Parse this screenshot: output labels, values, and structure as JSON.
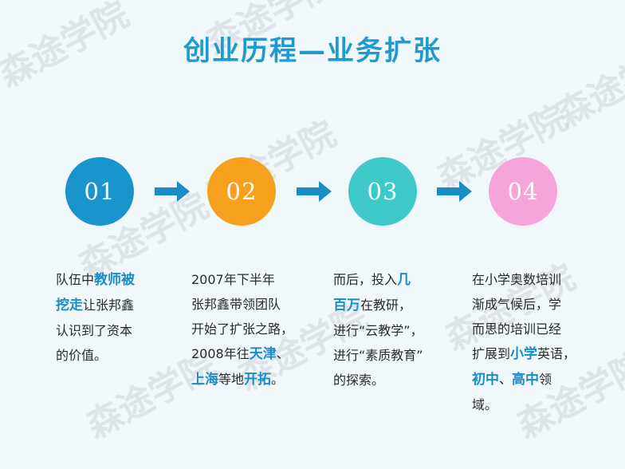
{
  "watermark_text": "森途学院",
  "title": "创业历程—业务扩张",
  "colors": {
    "title": "#1f9ad0",
    "step1": "#1a95cb",
    "step2": "#f6a01e",
    "step3": "#3ec9c9",
    "step4": "#f6a5d9",
    "arrow": "#1a8cc6",
    "highlight": "#1a8cc6"
  },
  "steps": [
    {
      "number": "01",
      "lines": [
        [
          {
            "t": "队伍中",
            "h": false
          },
          {
            "t": "教师被",
            "h": true
          }
        ],
        [
          {
            "t": "挖走",
            "h": true
          },
          {
            "t": "让张邦鑫",
            "h": false
          }
        ],
        [
          {
            "t": "认识到了资本",
            "h": false
          }
        ],
        [
          {
            "t": "的价值。",
            "h": false
          }
        ]
      ]
    },
    {
      "number": "02",
      "lines": [
        [
          {
            "t": "2007年下半年",
            "h": false
          }
        ],
        [
          {
            "t": "张邦鑫带领团队",
            "h": false
          }
        ],
        [
          {
            "t": "开始了扩张之路，",
            "h": false
          }
        ],
        [
          {
            "t": "2008年往",
            "h": false
          },
          {
            "t": "天津",
            "h": true
          },
          {
            "t": "、",
            "h": false
          }
        ],
        [
          {
            "t": "上海",
            "h": true
          },
          {
            "t": "等地",
            "h": false
          },
          {
            "t": "开拓",
            "h": true
          },
          {
            "t": "。",
            "h": false
          }
        ]
      ]
    },
    {
      "number": "03",
      "lines": [
        [
          {
            "t": "而后，投入",
            "h": false
          },
          {
            "t": "几",
            "h": true
          }
        ],
        [
          {
            "t": "百万",
            "h": true
          },
          {
            "t": "在教研，",
            "h": false
          }
        ],
        [
          {
            "t": "进行“云教学”，",
            "h": false
          }
        ],
        [
          {
            "t": "进行“素质教育”",
            "h": false
          }
        ],
        [
          {
            "t": "的探索。",
            "h": false
          }
        ]
      ]
    },
    {
      "number": "04",
      "lines": [
        [
          {
            "t": "在小学奥数培训",
            "h": false
          }
        ],
        [
          {
            "t": "渐成气候后，学",
            "h": false
          }
        ],
        [
          {
            "t": "而思的培训已经",
            "h": false
          }
        ],
        [
          {
            "t": "扩展到",
            "h": false
          },
          {
            "t": "小学",
            "h": true
          },
          {
            "t": "英语，",
            "h": false
          }
        ],
        [
          {
            "t": "初中",
            "h": true
          },
          {
            "t": "、",
            "h": false
          },
          {
            "t": "高中",
            "h": true
          },
          {
            "t": "领",
            "h": false
          }
        ],
        [
          {
            "t": "域。",
            "h": false
          }
        ]
      ]
    }
  ]
}
